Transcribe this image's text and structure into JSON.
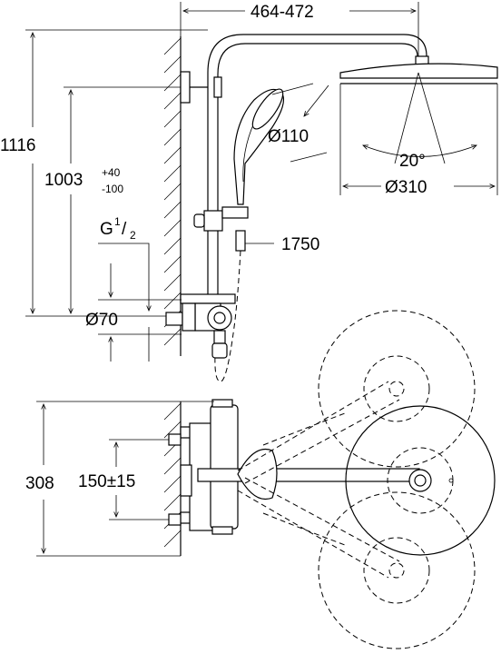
{
  "dimensions": {
    "arm_width": "464-472",
    "total_height": "1116",
    "handshower_height": "1003",
    "handshower_tol_plus": "+40",
    "handshower_tol_minus": "-100",
    "connection_thread": "G",
    "thread_num": "1",
    "thread_den": "2",
    "mixer_diameter": "Ø70",
    "handshower_diameter": "Ø110",
    "spray_angle": "20°",
    "head_diameter": "Ø310",
    "hose_length": "1750",
    "projection": "308",
    "centers": "150±15"
  }
}
